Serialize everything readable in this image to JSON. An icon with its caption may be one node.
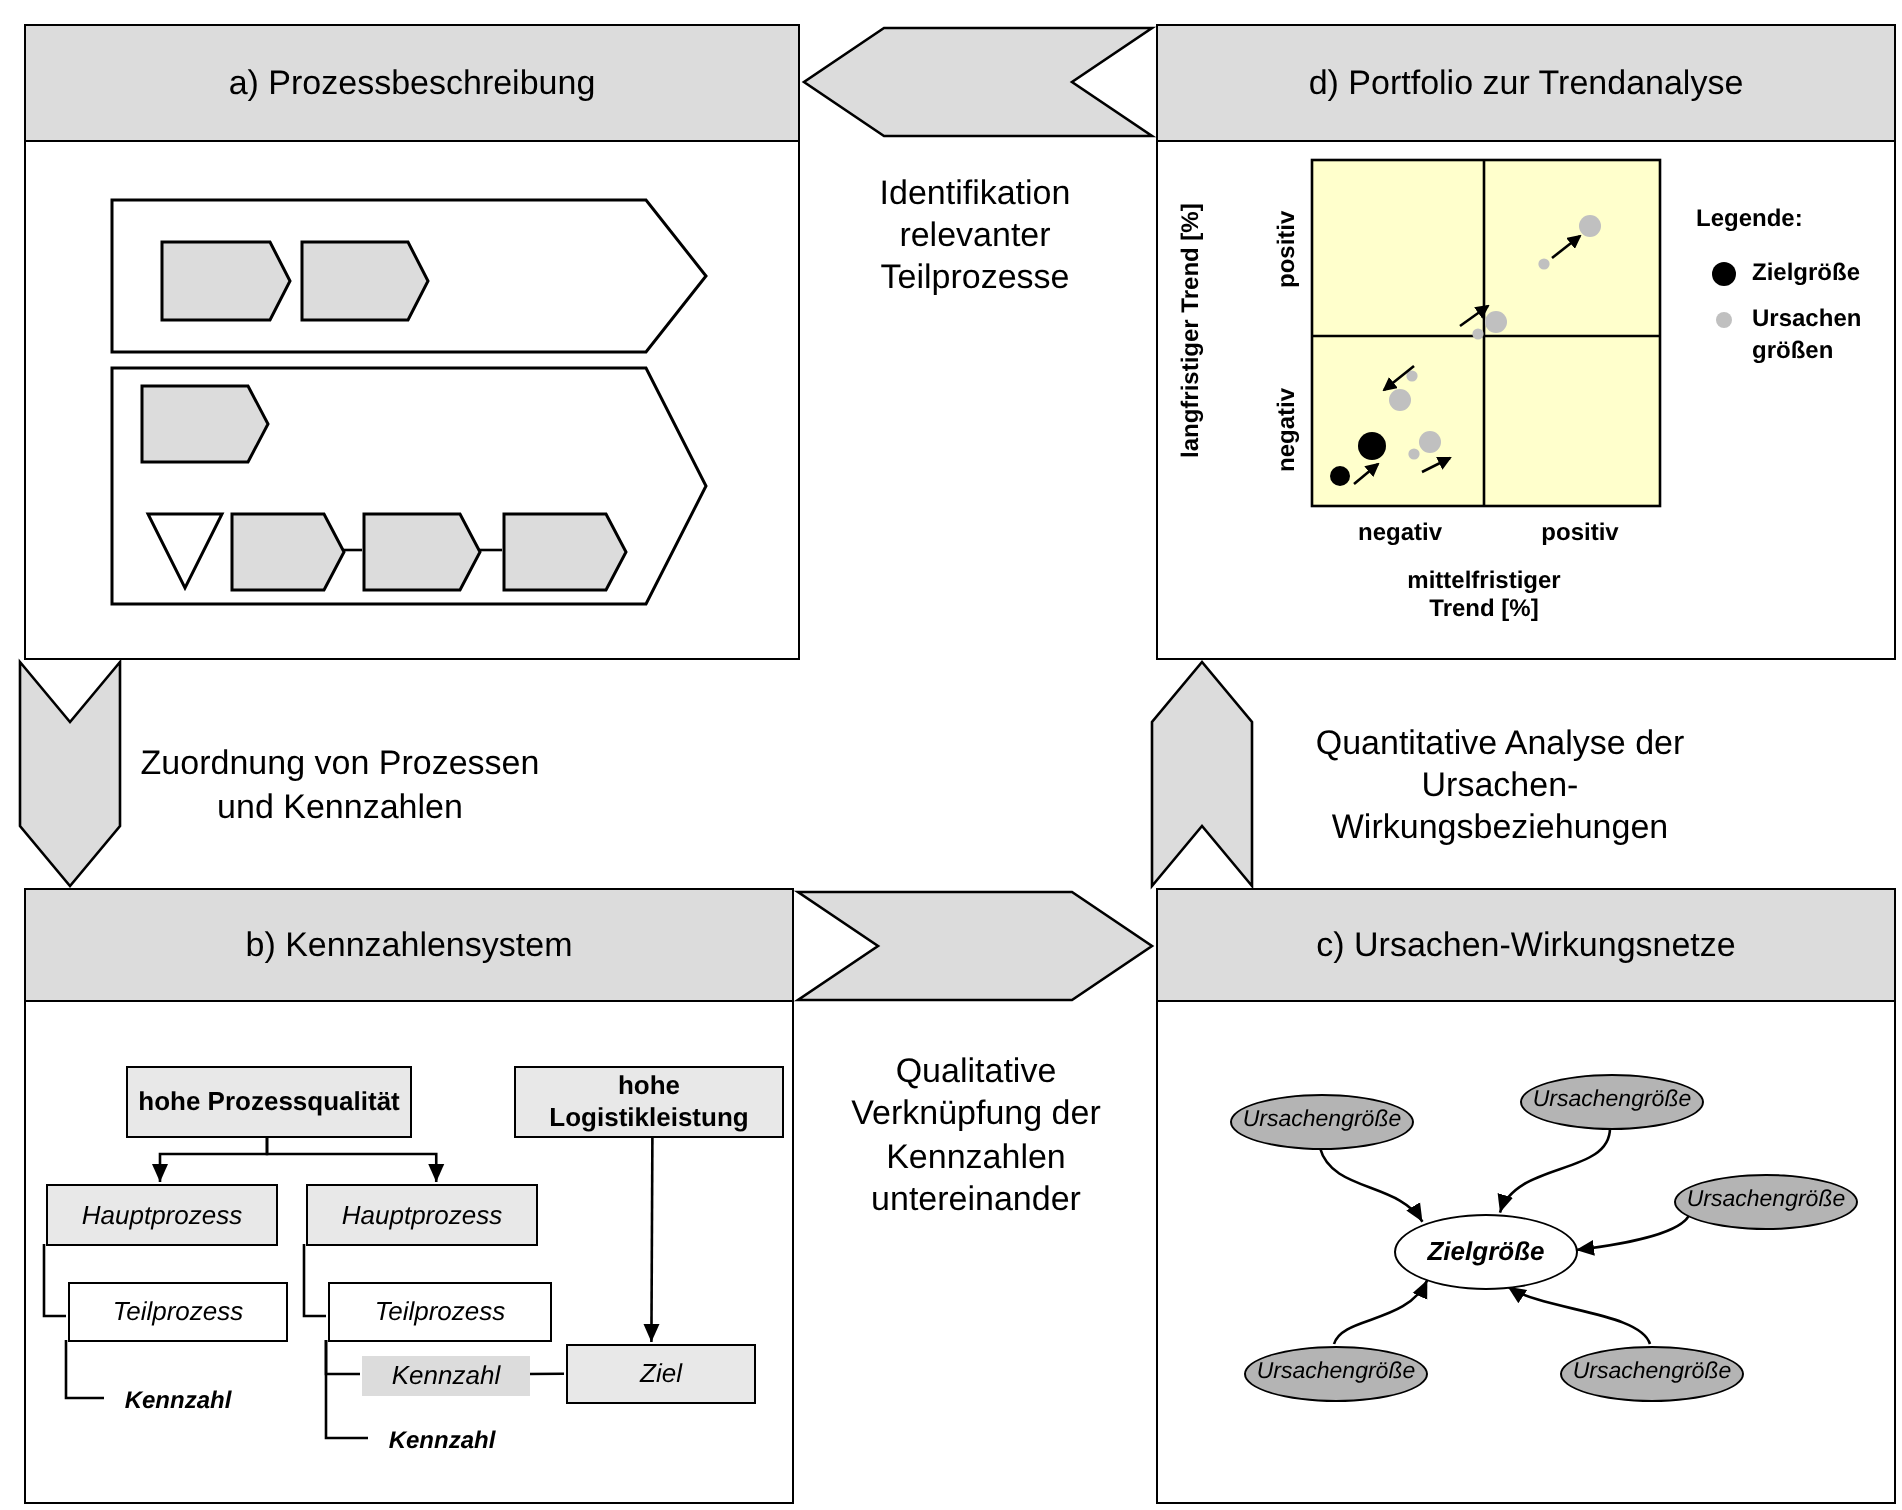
{
  "diagram": {
    "nodes": [
      {
        "text": [
          "a) Prozessbeschreibung"
        ]
      },
      {
        "text": [],
        "shape": "chevron",
        "in": 0
      },
      {
        "text": [],
        "shape": "chevron",
        "in": 1
      },
      {
        "text": [],
        "shape": "chevron",
        "in": 1
      },
      {
        "text": [],
        "shape": "chevron",
        "in": 0
      },
      {
        "text": [],
        "shape": "chevron",
        "in": 4
      },
      {
        "text": [],
        "shape": "triangle",
        "in": 4
      },
      {
        "text": [],
        "shape": "chevron",
        "in": 4
      },
      {
        "text": [],
        "shape": "chevron",
        "in": 4
      },
      {
        "text": [],
        "shape": "chevron",
        "in": 4
      },
      {
        "text": [
          "d) Portfolio zur Trendanalyse"
        ]
      },
      {
        "text": [
          "b) Kennzahlensystem"
        ]
      },
      {
        "text": [
          "hohe Prozessqualität"
        ],
        "in": 11
      },
      {
        "text": [
          "hohe Logistikleistung"
        ],
        "in": 11
      },
      {
        "text": [
          "Hauptprozess"
        ],
        "in": 11
      },
      {
        "text": [
          "Hauptprozess"
        ],
        "in": 11
      },
      {
        "text": [
          "Teilprozess"
        ],
        "in": 11
      },
      {
        "text": [
          "Teilprozess"
        ],
        "in": 11
      },
      {
        "text": [
          "Kennzahl"
        ],
        "in": 11
      },
      {
        "text": [
          "Ziel"
        ],
        "in": 11
      },
      {
        "text": [
          "Kennzahl"
        ],
        "in": 11
      },
      {
        "text": [
          "Kennzahl"
        ],
        "in": 11
      },
      {
        "text": [
          "c) Ursachen-Wirkungsnetze"
        ]
      },
      {
        "text": [
          "Ursachengröße"
        ],
        "in": 22
      },
      {
        "text": [
          "Ursachengröße"
        ],
        "in": 22
      },
      {
        "text": [
          "Ursachengröße"
        ],
        "in": 22
      },
      {
        "text": [
          "Zielgröße"
        ],
        "in": 22
      },
      {
        "text": [
          "Ursachengröße"
        ],
        "in": 22
      },
      {
        "text": [
          "Ursachengröße"
        ],
        "in": 22
      }
    ],
    "edges": [
      {
        "from": 10,
        "to": 0,
        "arrow": "to",
        "label": "Identifikation relevanter Teilprozesse"
      },
      {
        "from": 0,
        "to": 11,
        "arrow": "to",
        "label": "Zuordnung von Prozessen und Kennzahlen"
      },
      {
        "from": 11,
        "to": 22,
        "arrow": "to",
        "label": "Qualitative Verknüpfung der Kennzahlen untereinander"
      },
      {
        "from": 22,
        "to": 10,
        "arrow": "to",
        "label": "Quantitative Analyse der Ursachen-Wirkungsbeziehungen"
      },
      {
        "from": 7,
        "to": 8,
        "arrow": "none"
      },
      {
        "from": 8,
        "to": 9,
        "arrow": "none"
      },
      {
        "from": 12,
        "to": 14,
        "arrow": "to"
      },
      {
        "from": 12,
        "to": 15,
        "arrow": "to"
      },
      {
        "from": 14,
        "to": 16,
        "arrow": "none"
      },
      {
        "from": 16,
        "to": 20,
        "arrow": "none"
      },
      {
        "from": 15,
        "to": 17,
        "arrow": "none"
      },
      {
        "from": 17,
        "to": 18,
        "arrow": "none"
      },
      {
        "from": 17,
        "to": 21,
        "arrow": "none"
      },
      {
        "from": 18,
        "to": 19,
        "arrow": "none"
      },
      {
        "from": 13,
        "to": 19,
        "arrow": "to"
      },
      {
        "from": 23,
        "to": 26,
        "arrow": "to"
      },
      {
        "from": 24,
        "to": 26,
        "arrow": "to"
      },
      {
        "from": 25,
        "to": 26,
        "arrow": "to"
      },
      {
        "from": 27,
        "to": 26,
        "arrow": "to"
      },
      {
        "from": 28,
        "to": 26,
        "arrow": "to"
      }
    ],
    "labels": [
      "positiv",
      "negativ",
      "langfristiger Trend [%]",
      "negativ",
      "positiv",
      "mittelfristiger Trend [%]",
      "Legende:"
    ],
    "legend": [
      {
        "text": "Zielgröße",
        "color": "#000000"
      },
      {
        "text": "Ursachen größen",
        "color": "#c0c0c0"
      }
    ]
  }
}
